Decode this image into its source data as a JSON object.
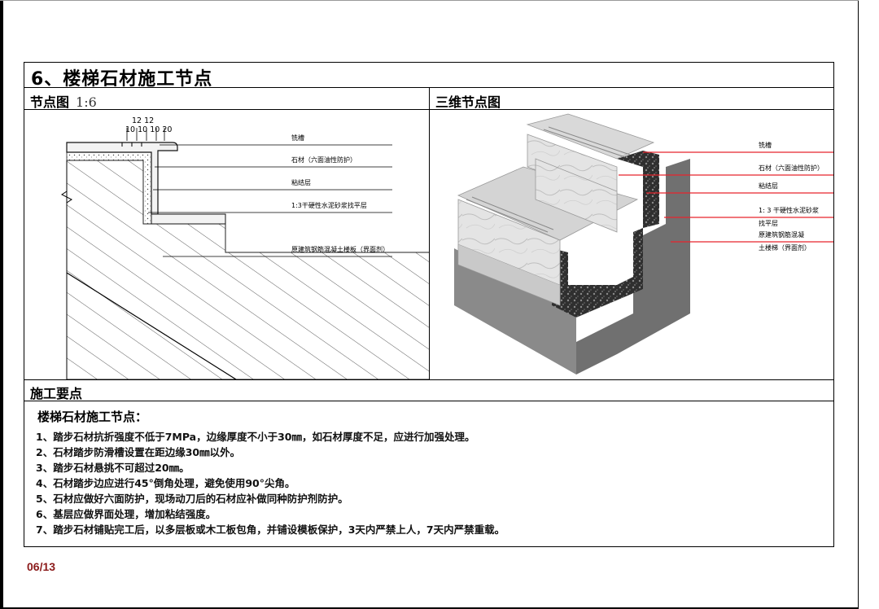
{
  "page_title": "6、楼梯石材施工节点",
  "sections": {
    "section_left_title": "节点图",
    "section_left_scale": "1:6",
    "section_right_title": "三维节点图",
    "notes_heading": "施工要点"
  },
  "detail_drawing": {
    "dim_top": "12 12",
    "dim_bottom": "10 10 10 20",
    "callouts": [
      "铣槽",
      "石材（六面油性防护）",
      "粘结层",
      "1:3干硬性水泥砂浆找平层",
      "原建筑钢筋混凝土楼板（界面剂）"
    ]
  },
  "three_d_drawing": {
    "callouts": [
      "铣槽",
      "石材（六面油性防护）",
      "粘结层",
      "1: 3 干硬性水泥砂浆",
      "找平层",
      "原建筑钢筋混凝",
      "土楼梯（界面剂）"
    ]
  },
  "notes": {
    "title": "楼梯石材施工节点：",
    "items": [
      "1、踏步石材抗折强度不低于7MPa，边缘厚度不小于30㎜，如石材厚度不足，应进行加强处理。",
      "2、石材踏步防滑槽设置在距边缘30㎜以外。",
      "3、踏步石材悬挑不可超过20㎜。",
      "4、石材踏步边应进行45°倒角处理，避免使用90°尖角。",
      "5、石材应做好六面防护，现场动刀后的石材应补做同种防护剂防护。",
      "6、基层应做界面处理，增加粘结强度。",
      "7、踏步石材铺贴完工后，以多层板或木工板包角，并铺设模板保护，3天内严禁上人，7天内严禁重载。"
    ]
  },
  "page_number": "06/13",
  "colors": {
    "leader_red": "#e8242c",
    "page_number": "#8b1a1a",
    "stone": "#dcdcdc",
    "concrete": "#6f6f6f"
  }
}
